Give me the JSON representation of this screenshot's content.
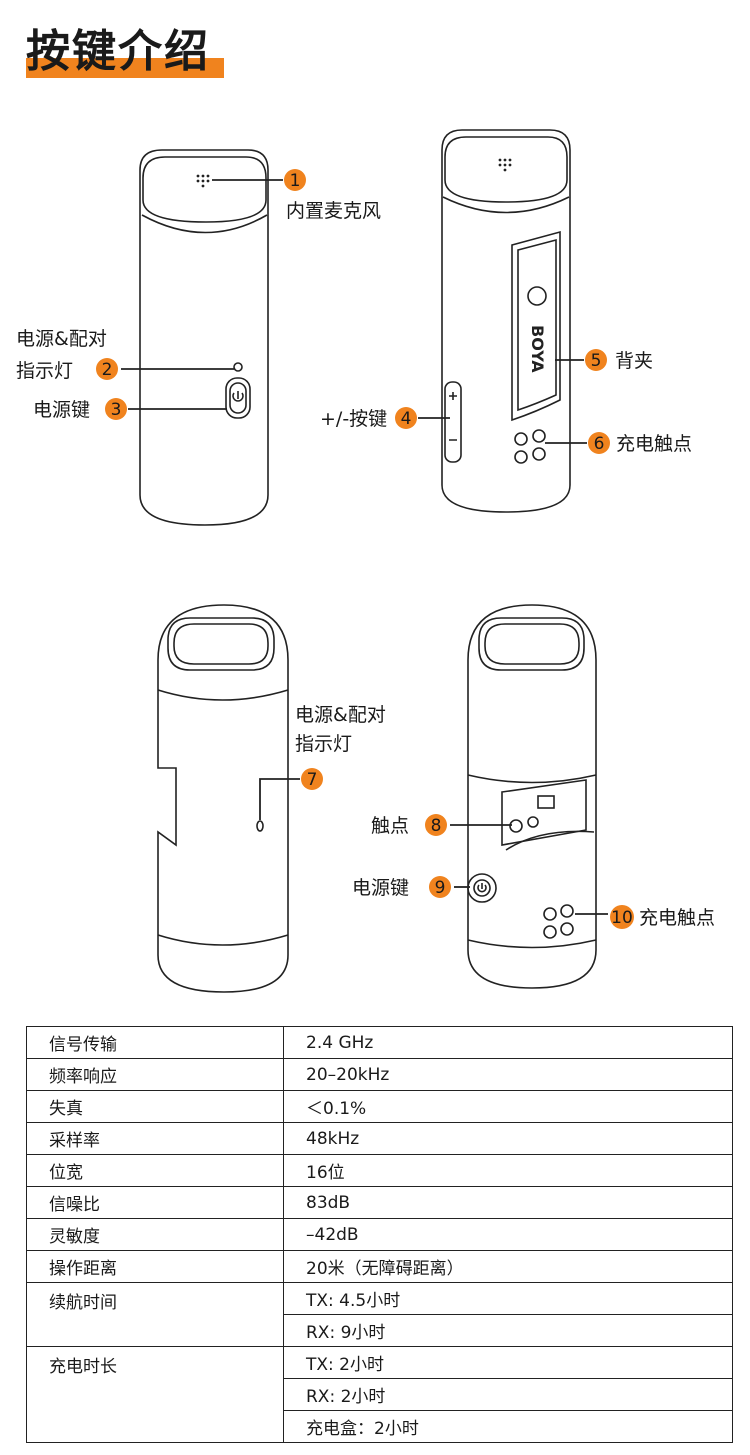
{
  "title": "按键介绍",
  "callouts": {
    "c1": {
      "num": "1",
      "label": "内置麦克风"
    },
    "c2": {
      "num": "2",
      "label_line1": "电源&配对",
      "label_line2": "指示灯"
    },
    "c3": {
      "num": "3",
      "label": "电源键"
    },
    "c4": {
      "num": "4",
      "label": "+/-按键"
    },
    "c5": {
      "num": "5",
      "label": "背夹"
    },
    "c6": {
      "num": "6",
      "label": "充电触点"
    },
    "c7": {
      "num": "7",
      "label_line1": "电源&配对",
      "label_line2": "指示灯"
    },
    "c8": {
      "num": "8",
      "label": "触点"
    },
    "c9": {
      "num": "9",
      "label": "电源键"
    },
    "c10": {
      "num": "10",
      "label": "充电触点"
    }
  },
  "brand": "BOYA",
  "accent_color": "#f0831e",
  "specs": [
    {
      "key": "信号传输",
      "values": [
        "2.4 GHz"
      ]
    },
    {
      "key": "频率响应",
      "values": [
        "20–20kHz"
      ]
    },
    {
      "key": "失真",
      "values": [
        "＜0.1%"
      ]
    },
    {
      "key": "采样率",
      "values": [
        "48kHz"
      ]
    },
    {
      "key": "位宽",
      "values": [
        "16位"
      ]
    },
    {
      "key": "信噪比",
      "values": [
        "83dB"
      ]
    },
    {
      "key": "灵敏度",
      "values": [
        "–42dB"
      ]
    },
    {
      "key": "操作距离",
      "values": [
        "20米（无障碍距离）"
      ]
    },
    {
      "key": "续航时间",
      "values": [
        "TX: 4.5小时",
        "RX: 9小时"
      ]
    },
    {
      "key": "充电时长",
      "values": [
        "TX: 2小时",
        "RX: 2小时",
        "充电盒：2小时"
      ]
    }
  ]
}
